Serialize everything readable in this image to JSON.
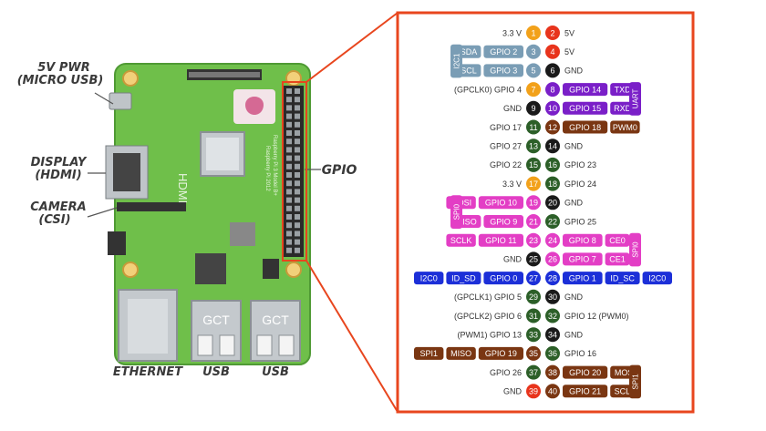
{
  "colors": {
    "frame": "#e8461e",
    "board": "#6fbf4a",
    "power": "#e8341c",
    "v33": "#f2a11a",
    "ground": "#1a1a1a",
    "gpio": "#2c5f28",
    "i2c": "#7a9db5",
    "uart": "#7a1fc8",
    "spi0": "#e33ec5",
    "pcm": "#7a3612",
    "id": "#1c2fd8"
  },
  "board_labels": {
    "pwr_line1": "5V PWR",
    "pwr_line2": "(MICRO USB)",
    "display_line1": "DISPLAY",
    "display_line2": "(HDMI)",
    "camera_line1": "CAMERA",
    "camera_line2": "(CSI)",
    "gpio": "GPIO",
    "ethernet": "ETHERNET",
    "usb_left": "USB",
    "usb_right": "USB",
    "hdmi_on_board": "HDMI",
    "usb_port_logo_left": "GCT",
    "usb_port_logo_right": "GCT",
    "board_model": "Raspberry Pi 3 Model B+",
    "board_copyright": "Raspberry Pi 2012"
  },
  "groups": [
    {
      "label": "I2C1",
      "color": "#7a9db5"
    },
    {
      "label": "UART",
      "color": "#7a1fc8"
    },
    {
      "label": "SPI0",
      "color": "#e33ec5"
    },
    {
      "label": "SPI0",
      "color": "#e33ec5"
    },
    {
      "label": "SPI1",
      "color": "#7a3612"
    }
  ],
  "pins": [
    {
      "left": {
        "num": "1",
        "color": "#f2a11a",
        "name": "3.3 V",
        "extra": []
      },
      "right": {
        "num": "2",
        "color": "#e8341c",
        "name": "5V",
        "extra": []
      }
    },
    {
      "left": {
        "num": "3",
        "color": "#7a9db5",
        "name": "",
        "extra": [
          {
            "text": "GPIO 2",
            "color": "#7a9db5"
          },
          {
            "text": "SDA",
            "color": "#7a9db5"
          }
        ]
      },
      "right": {
        "num": "4",
        "color": "#e8341c",
        "name": "5V",
        "extra": []
      }
    },
    {
      "left": {
        "num": "5",
        "color": "#7a9db5",
        "name": "",
        "extra": [
          {
            "text": "GPIO 3",
            "color": "#7a9db5"
          },
          {
            "text": "SCL",
            "color": "#7a9db5"
          }
        ]
      },
      "right": {
        "num": "6",
        "color": "#1a1a1a",
        "name": "GND",
        "extra": []
      }
    },
    {
      "left": {
        "num": "7",
        "color": "#f2a11a",
        "name": "(GPCLK0) GPIO 4",
        "extra": []
      },
      "right": {
        "num": "8",
        "color": "#7a1fc8",
        "name": "",
        "extra": [
          {
            "text": "GPIO 14",
            "color": "#7a1fc8"
          },
          {
            "text": "TXD",
            "color": "#7a1fc8"
          }
        ]
      }
    },
    {
      "left": {
        "num": "9",
        "color": "#1a1a1a",
        "name": "GND",
        "extra": []
      },
      "right": {
        "num": "10",
        "color": "#7a1fc8",
        "name": "",
        "extra": [
          {
            "text": "GPIO 15",
            "color": "#7a1fc8"
          },
          {
            "text": "RXD",
            "color": "#7a1fc8"
          }
        ]
      }
    },
    {
      "left": {
        "num": "11",
        "color": "#2c5f28",
        "name": "GPIO 17",
        "extra": []
      },
      "right": {
        "num": "12",
        "color": "#7a3612",
        "name": "",
        "extra": [
          {
            "text": "GPIO 18",
            "color": "#7a3612"
          },
          {
            "text": "PWM0",
            "color": "#7a3612"
          }
        ]
      }
    },
    {
      "left": {
        "num": "13",
        "color": "#2c5f28",
        "name": "GPIO 27",
        "extra": []
      },
      "right": {
        "num": "14",
        "color": "#1a1a1a",
        "name": "GND",
        "extra": []
      }
    },
    {
      "left": {
        "num": "15",
        "color": "#2c5f28",
        "name": "GPIO 22",
        "extra": []
      },
      "right": {
        "num": "16",
        "color": "#2c5f28",
        "name": "GPIO 23",
        "extra": []
      }
    },
    {
      "left": {
        "num": "17",
        "color": "#f2a11a",
        "name": "3.3 V",
        "extra": []
      },
      "right": {
        "num": "18",
        "color": "#2c5f28",
        "name": "GPIO 24",
        "extra": []
      }
    },
    {
      "left": {
        "num": "19",
        "color": "#e33ec5",
        "name": "",
        "extra": [
          {
            "text": "GPIO 10",
            "color": "#e33ec5"
          },
          {
            "text": "MOSI",
            "color": "#e33ec5"
          }
        ]
      },
      "right": {
        "num": "20",
        "color": "#1a1a1a",
        "name": "GND",
        "extra": []
      }
    },
    {
      "left": {
        "num": "21",
        "color": "#e33ec5",
        "name": "",
        "extra": [
          {
            "text": "GPIO 9",
            "color": "#e33ec5"
          },
          {
            "text": "MISO",
            "color": "#e33ec5"
          }
        ]
      },
      "right": {
        "num": "22",
        "color": "#2c5f28",
        "name": "GPIO 25",
        "extra": []
      }
    },
    {
      "left": {
        "num": "23",
        "color": "#e33ec5",
        "name": "",
        "extra": [
          {
            "text": "GPIO 11",
            "color": "#e33ec5"
          },
          {
            "text": "SCLK",
            "color": "#e33ec5"
          }
        ]
      },
      "right": {
        "num": "24",
        "color": "#e33ec5",
        "name": "",
        "extra": [
          {
            "text": "GPIO 8",
            "color": "#e33ec5"
          },
          {
            "text": "CE0",
            "color": "#e33ec5"
          }
        ]
      }
    },
    {
      "left": {
        "num": "25",
        "color": "#1a1a1a",
        "name": "GND",
        "extra": []
      },
      "right": {
        "num": "26",
        "color": "#e33ec5",
        "name": "",
        "extra": [
          {
            "text": "GPIO 7",
            "color": "#e33ec5"
          },
          {
            "text": "CE1",
            "color": "#e33ec5"
          }
        ]
      }
    },
    {
      "left": {
        "num": "27",
        "color": "#1c2fd8",
        "name": "",
        "extra": [
          {
            "text": "GPIO 0",
            "color": "#1c2fd8"
          },
          {
            "text": "ID_SD",
            "color": "#1c2fd8"
          },
          {
            "text": "I2C0",
            "color": "#1c2fd8"
          }
        ]
      },
      "right": {
        "num": "28",
        "color": "#1c2fd8",
        "name": "",
        "extra": [
          {
            "text": "GPIO 1",
            "color": "#1c2fd8"
          },
          {
            "text": "ID_SC",
            "color": "#1c2fd8"
          },
          {
            "text": "I2C0",
            "color": "#1c2fd8"
          }
        ]
      }
    },
    {
      "left": {
        "num": "29",
        "color": "#2c5f28",
        "name": "(GPCLK1) GPIO 5",
        "extra": []
      },
      "right": {
        "num": "30",
        "color": "#1a1a1a",
        "name": "GND",
        "extra": []
      }
    },
    {
      "left": {
        "num": "31",
        "color": "#2c5f28",
        "name": "(GPCLK2) GPIO 6",
        "extra": []
      },
      "right": {
        "num": "32",
        "color": "#2c5f28",
        "name": "GPIO 12 (PWM0)",
        "extra": []
      }
    },
    {
      "left": {
        "num": "33",
        "color": "#2c5f28",
        "name": "(PWM1) GPIO 13",
        "extra": []
      },
      "right": {
        "num": "34",
        "color": "#1a1a1a",
        "name": "GND",
        "extra": []
      }
    },
    {
      "left": {
        "num": "35",
        "color": "#7a3612",
        "name": "",
        "extra": [
          {
            "text": "GPIO 19",
            "color": "#7a3612"
          },
          {
            "text": "MISO",
            "color": "#7a3612"
          },
          {
            "text": "SPI1",
            "color": "#7a3612"
          }
        ]
      },
      "right": {
        "num": "36",
        "color": "#2c5f28",
        "name": "GPIO 16",
        "extra": []
      }
    },
    {
      "left": {
        "num": "37",
        "color": "#2c5f28",
        "name": "GPIO  26",
        "extra": []
      },
      "right": {
        "num": "38",
        "color": "#7a3612",
        "name": "",
        "extra": [
          {
            "text": "GPIO 20",
            "color": "#7a3612"
          },
          {
            "text": "MOSI",
            "color": "#7a3612"
          }
        ]
      }
    },
    {
      "left": {
        "num": "39",
        "color": "#e8341c",
        "name": "GND",
        "extra": []
      },
      "right": {
        "num": "40",
        "color": "#7a3612",
        "name": "",
        "extra": [
          {
            "text": "GPIO 21",
            "color": "#7a3612"
          },
          {
            "text": "SCLK",
            "color": "#7a3612"
          }
        ]
      }
    }
  ]
}
